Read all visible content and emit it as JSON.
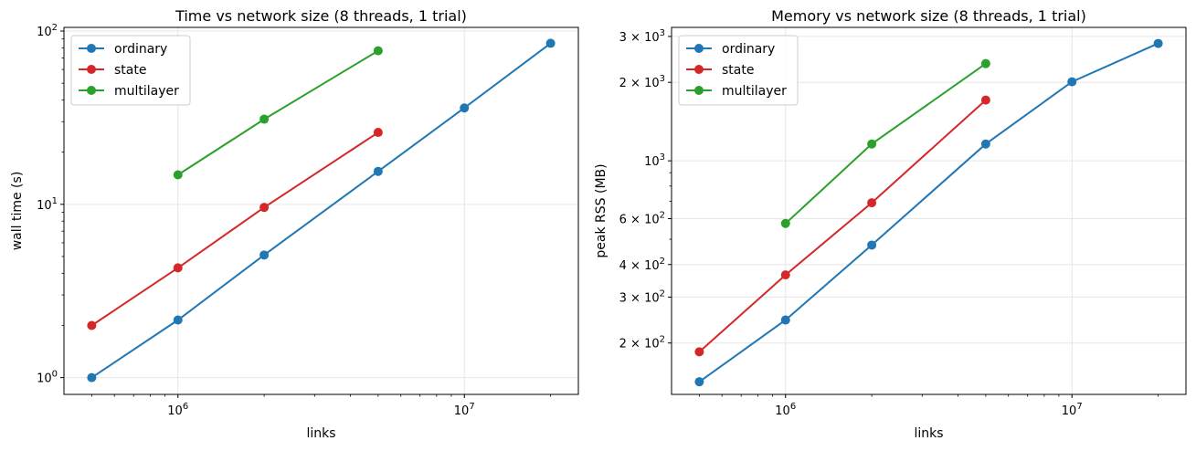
{
  "chart_data": [
    {
      "type": "line",
      "title": "Time vs network size (8 threads, 1 trial)",
      "xlabel": "links",
      "ylabel": "wall time (s)",
      "xscale": "log",
      "yscale": "log",
      "xlim": [
        400000,
        25000000
      ],
      "ylim": [
        0.8,
        105
      ],
      "grid": true,
      "legend": "top-left",
      "xticks": [
        {
          "value": 1000000,
          "base": "10",
          "exp": "6"
        },
        {
          "value": 10000000,
          "base": "10",
          "exp": "7"
        }
      ],
      "yticks": [
        {
          "value": 1,
          "base": "10",
          "exp": "0"
        },
        {
          "value": 10,
          "base": "10",
          "exp": "1"
        },
        {
          "value": 100,
          "base": "10",
          "exp": "2"
        }
      ],
      "series": [
        {
          "name": "ordinary",
          "color": "#1f77b4",
          "x": [
            500000,
            1000000,
            2000000,
            5000000,
            10000000,
            20000000
          ],
          "y": [
            1.0,
            2.15,
            5.1,
            15.5,
            36,
            85
          ]
        },
        {
          "name": "state",
          "color": "#d62728",
          "x": [
            500000,
            1000000,
            2000000,
            5000000
          ],
          "y": [
            2.0,
            4.3,
            9.6,
            26
          ]
        },
        {
          "name": "multilayer",
          "color": "#2ca02c",
          "x": [
            1000000,
            2000000,
            5000000
          ],
          "y": [
            14.8,
            31,
            77
          ]
        }
      ]
    },
    {
      "type": "line",
      "title": "Memory vs network size (8 threads, 1 trial)",
      "xlabel": "links",
      "ylabel": "peak RSS (MB)",
      "xscale": "log",
      "yscale": "log",
      "xlim": [
        400000,
        25000000
      ],
      "ylim": [
        127,
        3250
      ],
      "grid": true,
      "legend": "top-left",
      "xticks": [
        {
          "value": 1000000,
          "base": "10",
          "exp": "6"
        },
        {
          "value": 10000000,
          "base": "10",
          "exp": "7"
        }
      ],
      "yticks": [
        {
          "value": 200,
          "base": "2 × 10",
          "exp": "2"
        },
        {
          "value": 300,
          "base": "3 × 10",
          "exp": "2"
        },
        {
          "value": 400,
          "base": "4 × 10",
          "exp": "2"
        },
        {
          "value": 600,
          "base": "6 × 10",
          "exp": "2"
        },
        {
          "value": 1000,
          "base": "10",
          "exp": "3"
        },
        {
          "value": 2000,
          "base": "2 × 10",
          "exp": "3"
        },
        {
          "value": 3000,
          "base": "3 × 10",
          "exp": "3"
        }
      ],
      "series": [
        {
          "name": "ordinary",
          "color": "#1f77b4",
          "x": [
            500000,
            1000000,
            2000000,
            5000000,
            10000000,
            20000000
          ],
          "y": [
            142,
            245,
            475,
            1160,
            2010,
            2820
          ]
        },
        {
          "name": "state",
          "color": "#d62728",
          "x": [
            500000,
            1000000,
            2000000,
            5000000
          ],
          "y": [
            185,
            365,
            690,
            1710
          ]
        },
        {
          "name": "multilayer",
          "color": "#2ca02c",
          "x": [
            1000000,
            2000000,
            5000000
          ],
          "y": [
            575,
            1160,
            2360
          ]
        }
      ]
    }
  ]
}
